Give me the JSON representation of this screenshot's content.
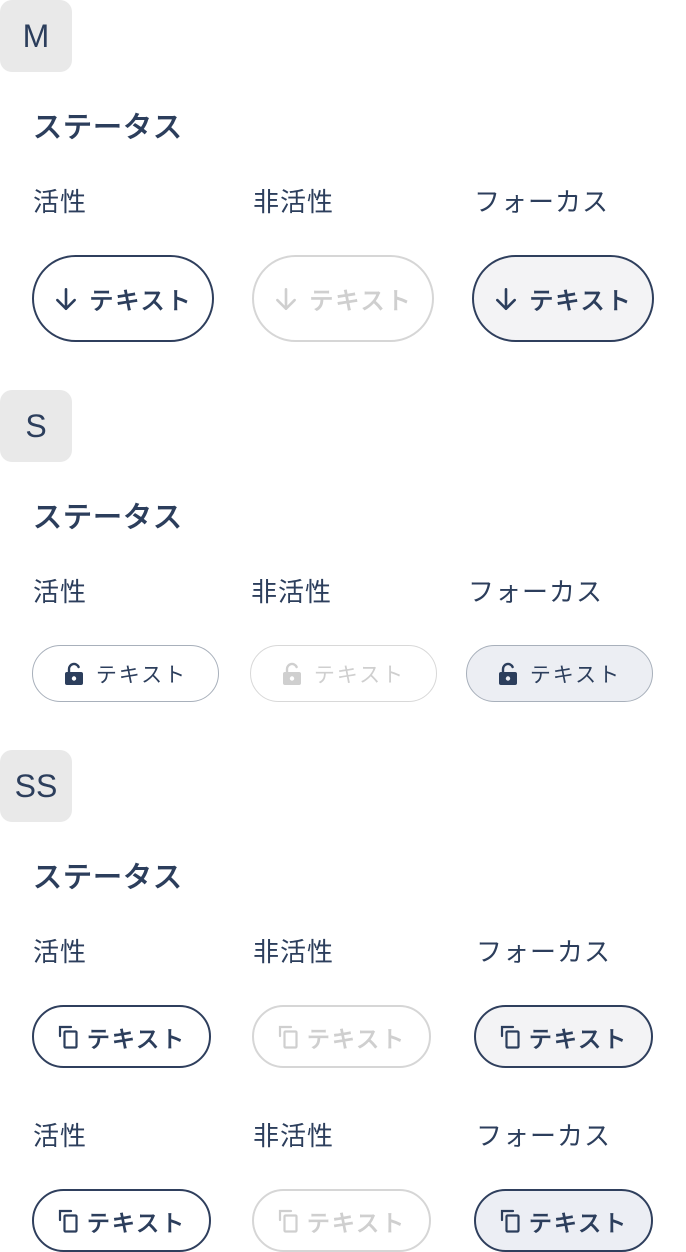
{
  "sections": {
    "m": {
      "size": "M",
      "heading": "ステータス",
      "labels": {
        "active": "活性",
        "inactive": "非活性",
        "focus": "フォーカス"
      },
      "buttons": {
        "active": "テキスト",
        "inactive": "テキスト",
        "focus": "テキスト"
      },
      "icon": "arrow-down-icon"
    },
    "s": {
      "size": "S",
      "heading": "ステータス",
      "labels": {
        "active": "活性",
        "inactive": "非活性",
        "focus": "フォーカス"
      },
      "buttons": {
        "active": "テキスト",
        "inactive": "テキスト",
        "focus": "テキスト"
      },
      "icon": "unlock-icon"
    },
    "ss": {
      "size": "SS",
      "heading": "ステータス",
      "rows": [
        {
          "labels": {
            "active": "活性",
            "inactive": "非活性",
            "focus": "フォーカス"
          },
          "buttons": {
            "active": "テキスト",
            "inactive": "テキスト",
            "focus": "テキスト"
          }
        },
        {
          "labels": {
            "active": "活性",
            "inactive": "非活性",
            "focus": "フォーカス"
          },
          "buttons": {
            "active": "テキスト",
            "inactive": "テキスト",
            "focus": "テキスト"
          }
        }
      ],
      "icon": "copy-icon"
    }
  },
  "colors": {
    "primary": "#2c3e5c",
    "disabled": "#cfcfcf",
    "badge_bg": "#e9e9e9",
    "focus_bg": "#f3f3f5",
    "focus_bg_alt": "#eceef3"
  }
}
